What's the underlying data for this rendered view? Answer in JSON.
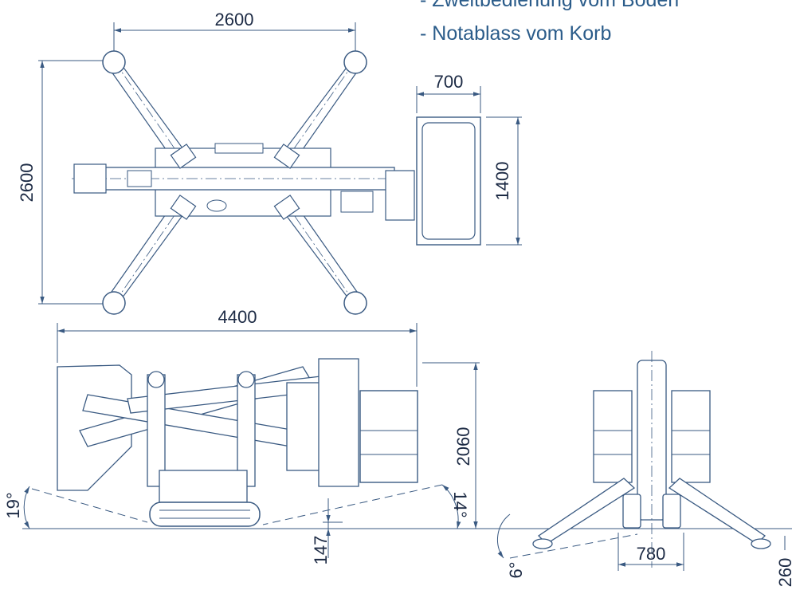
{
  "notes": [
    "- Zweitbedienung vom Boden",
    "- Notablass vom Korb"
  ],
  "dimensions": {
    "top_width": "2600",
    "top_height": "2600",
    "basket_width": "700",
    "basket_length": "1400",
    "overall_length": "4400",
    "overall_height": "2060",
    "ground_clearance": "147",
    "track_width": "780",
    "side_right": "260"
  },
  "angles": {
    "left_slope": "19°",
    "right_slope": "14°",
    "front_slope": "6°"
  },
  "colors": {
    "line": "#3a5a82",
    "text": "#1c2a44",
    "note_text": "#2b5c8a"
  }
}
